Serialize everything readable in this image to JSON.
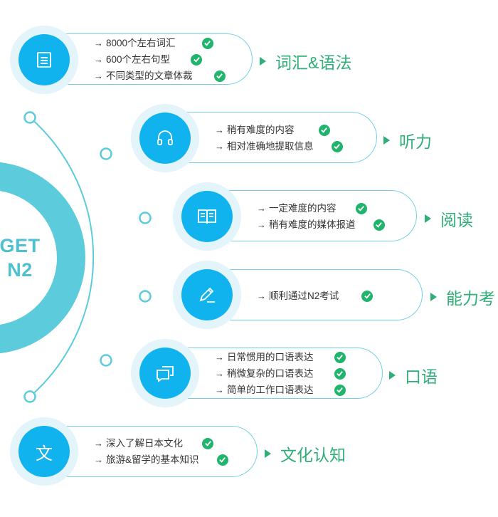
{
  "center": {
    "line1": "GET",
    "line2": "N2"
  },
  "sections": [
    {
      "id": "vocab",
      "icon": "document-icon",
      "category": "词汇&语法",
      "items": [
        "8000个左右词汇",
        "600个左右句型",
        "不同类型的文章体裁"
      ]
    },
    {
      "id": "listening",
      "icon": "headphones-icon",
      "category": "听力",
      "items": [
        "稍有难度的内容",
        "相对准确地提取信息"
      ]
    },
    {
      "id": "reading",
      "icon": "book-icon",
      "category": "阅读",
      "items": [
        "一定难度的内容",
        "稍有难度的媒体报道"
      ]
    },
    {
      "id": "exam",
      "icon": "pencil-icon",
      "category": "能力考",
      "items": [
        "顺利通过N2考试"
      ]
    },
    {
      "id": "speaking",
      "icon": "chat-bubbles-icon",
      "category": "口语",
      "items": [
        "日常惯用的口语表达",
        "稍微复杂的口语表达",
        "简单的工作口语表达"
      ]
    },
    {
      "id": "culture",
      "icon": "culture-character-icon",
      "category": "文化认知",
      "icon_text": "文",
      "items": [
        "深入了解日本文化",
        "旅游&留学的基本知识"
      ]
    }
  ],
  "arrow_glyph": "→",
  "colors": {
    "accent_blue": "#10b3ee",
    "ring": "#5ccbdb",
    "check_green": "#20b46c",
    "category_green": "#2fae78"
  }
}
